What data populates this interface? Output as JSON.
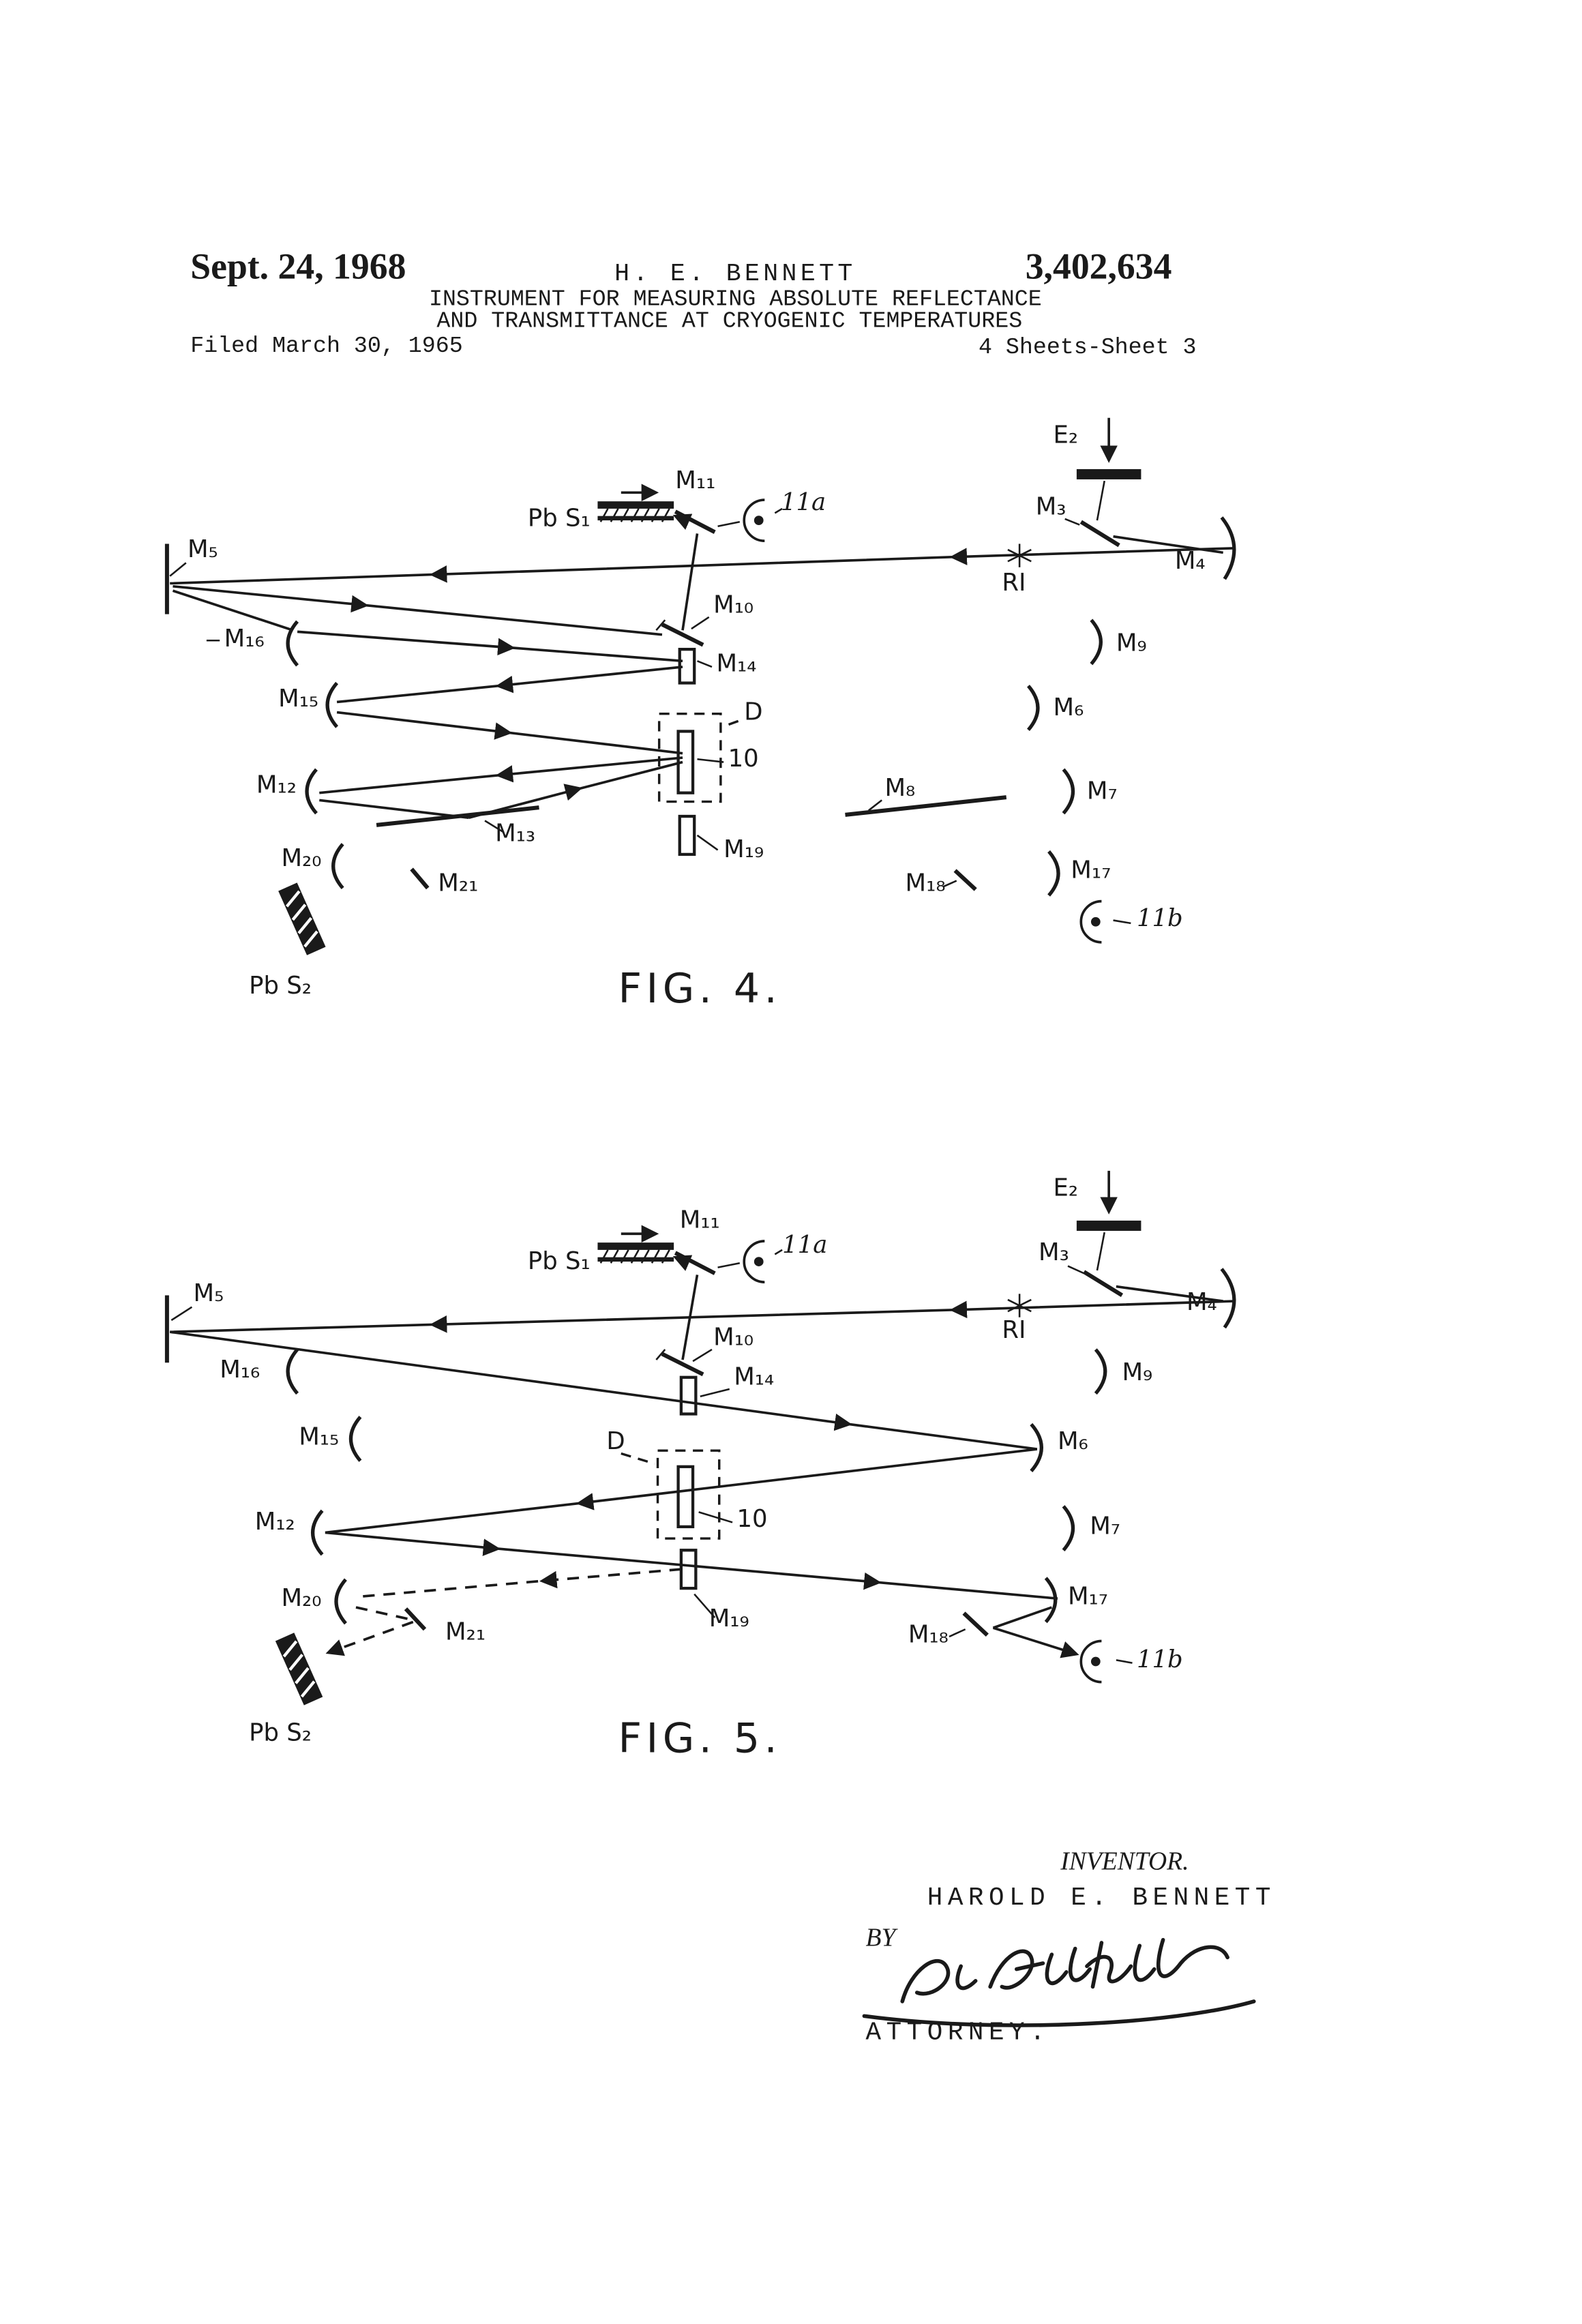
{
  "colors": {
    "ink": "#1a1a1a",
    "paper": "#ffffff"
  },
  "header": {
    "date": "Sept. 24, 1968",
    "author": "H. E. BENNETT",
    "patent_number": "3,402,634",
    "title_line1": "INSTRUMENT FOR MEASURING ABSOLUTE REFLECTANCE",
    "title_line2": "AND TRANSMITTANCE AT CRYOGENIC TEMPERATURES",
    "filed": "Filed March 30, 1965",
    "sheet": "4 Sheets-Sheet 3"
  },
  "fig4": {
    "caption": "FIG. 4.",
    "labels": {
      "E2": "E₂",
      "M3": "M₃",
      "M4": "M₄",
      "M5": "M₅",
      "RI": "RI",
      "M11": "M₁₁",
      "PbS1": "Pb S₁",
      "n11a": "11a",
      "M10": "M₁₀",
      "M16": "M₁₆",
      "M14": "M₁₄",
      "M9": "M₉",
      "M15": "M₁₅",
      "M6": "M₆",
      "D": "D",
      "n10": "10",
      "M12": "M₁₂",
      "M8": "M₈",
      "M7": "M₇",
      "M13": "M₁₃",
      "M19": "M₁₉",
      "M20": "M₂₀",
      "M21": "M₂₁",
      "M18": "M₁₈",
      "M17": "M₁₇",
      "n11b": "11b",
      "PbS2": "Pb S₂"
    }
  },
  "fig5": {
    "caption": "FIG. 5.",
    "labels": {
      "E2": "E₂",
      "M3": "M₃",
      "M4": "M₄",
      "M5": "M₅",
      "RI": "RI",
      "M11": "M₁₁",
      "PbS1": "Pb S₁",
      "n11a": "11a",
      "M10": "M₁₀",
      "M16": "M₁₆",
      "M14": "M₁₄",
      "M9": "M₉",
      "M15": "M₁₅",
      "M6": "M₆",
      "D": "D",
      "n10": "10",
      "M12": "M₁₂",
      "M7": "M₇",
      "M19": "M₁₉",
      "M20": "M₂₀",
      "M21": "M₂₁",
      "M18": "M₁₈",
      "M17": "M₁₇",
      "n11b": "11b",
      "PbS2": "Pb S₂"
    }
  },
  "footer": {
    "inventor_caption": "INVENTOR.",
    "inventor_name": "HAROLD E. BENNETT",
    "by": "BY",
    "attorney": "ATTORNEY."
  }
}
